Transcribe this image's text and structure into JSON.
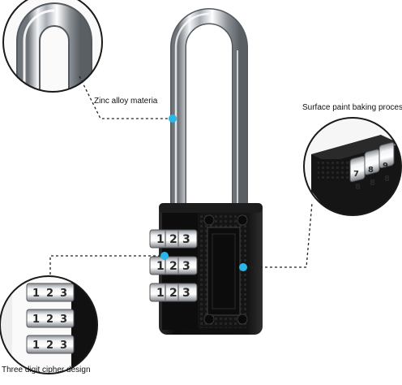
{
  "callouts": {
    "material": "Zinc alloy materia",
    "finish": "Surface paint baking process",
    "cipher": "Three digit cipher design"
  },
  "dial": {
    "digits": [
      "1",
      "2",
      "3"
    ],
    "detail_digits": [
      "7",
      "8",
      "9"
    ]
  },
  "colors": {
    "accent": "#29b6e8",
    "body": "#111111",
    "shackle": "#c8ccd0",
    "leader": "#222222"
  },
  "icons": [
    "padlock",
    "shackle-closeup",
    "body-closeup",
    "dial-closeup"
  ]
}
